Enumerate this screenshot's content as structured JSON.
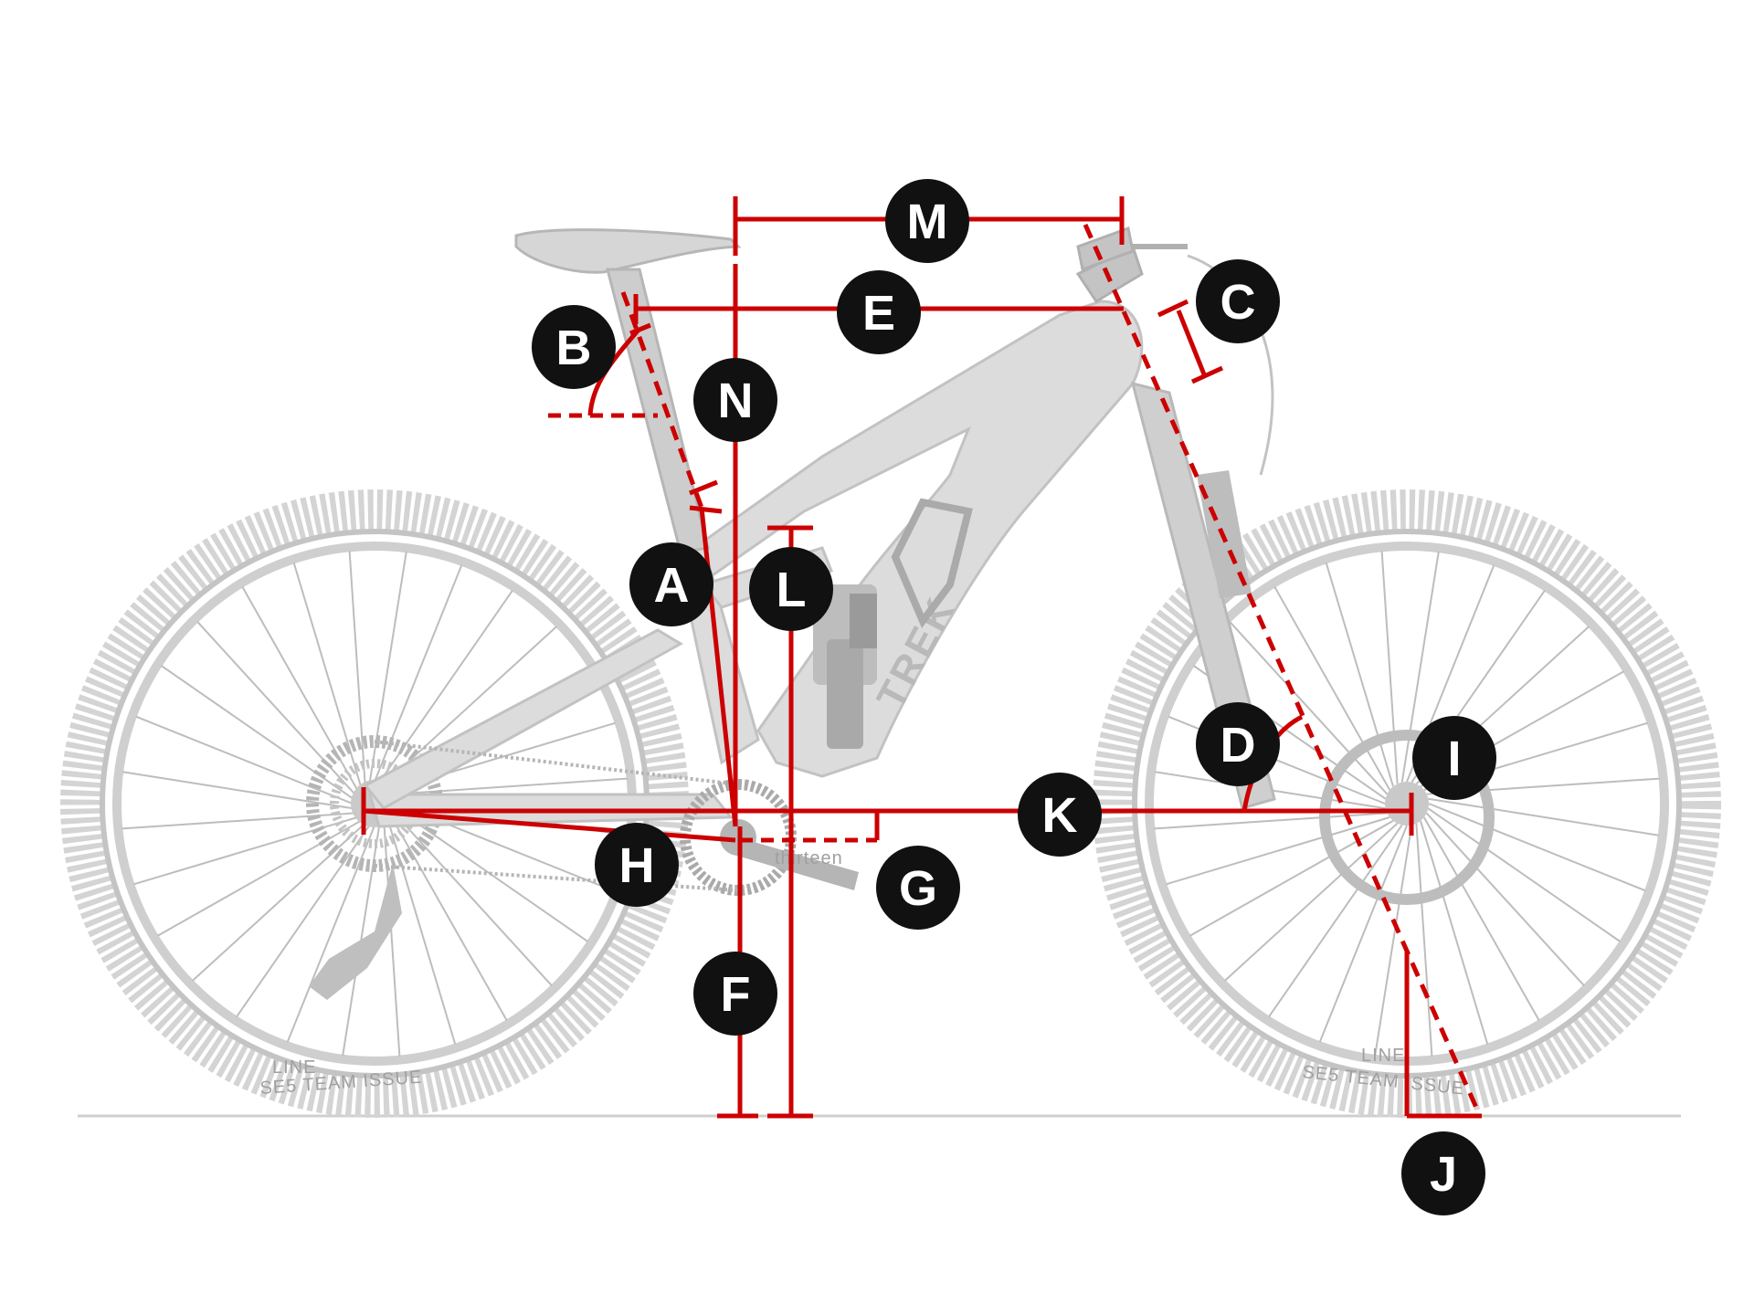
{
  "diagram": {
    "colors": {
      "measure_red": "#cc0000",
      "bubble_black": "#111111",
      "bubble_text": "#ffffff",
      "bike_gray": "#c8c8c8",
      "ground": "#cfcfcf"
    },
    "bike": {
      "down_tube_brand": "TREK",
      "rear_tire_sidewall": "SE5   TEAM ISSUE",
      "front_tire_sidewall": "SE5   TEAM ISSUE",
      "rear_tire_brand": "LINE",
      "front_tire_brand": "LINE",
      "crank_label": "thirteen"
    },
    "labels": {
      "A": "A",
      "B": "B",
      "C": "C",
      "D": "D",
      "E": "E",
      "F": "F",
      "G": "G",
      "H": "H",
      "I": "I",
      "J": "J",
      "K": "K",
      "L": "L",
      "M": "M",
      "N": "N"
    }
  }
}
